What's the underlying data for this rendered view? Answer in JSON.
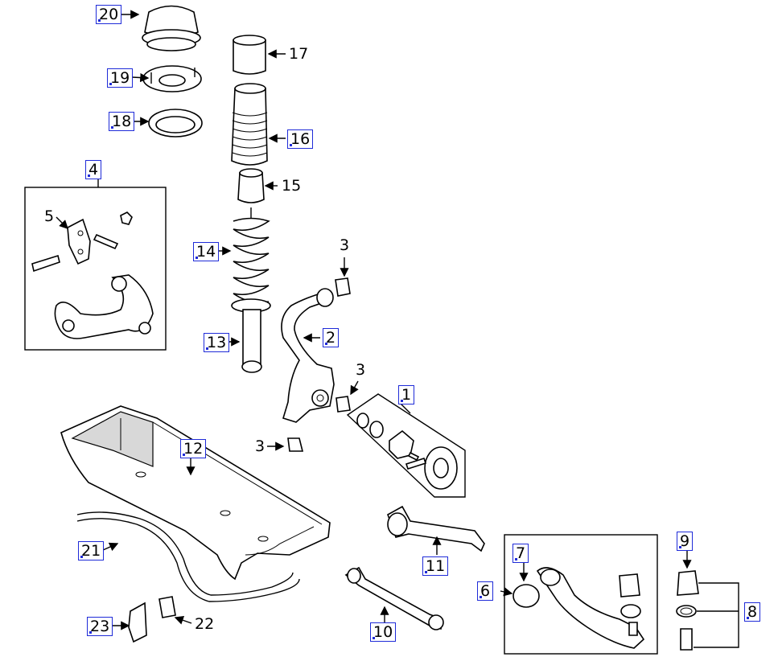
{
  "diagram": {
    "callouts": [
      {
        "id": "c20",
        "text": "20",
        "boxed": true
      },
      {
        "id": "c17",
        "text": "17",
        "boxed": false
      },
      {
        "id": "c19",
        "text": "19",
        "boxed": true
      },
      {
        "id": "c18",
        "text": "18",
        "boxed": true
      },
      {
        "id": "c16",
        "text": "16",
        "boxed": true
      },
      {
        "id": "c15",
        "text": "15",
        "boxed": false
      },
      {
        "id": "c4",
        "text": "4",
        "boxed": true
      },
      {
        "id": "c5",
        "text": "5",
        "boxed": false
      },
      {
        "id": "c14",
        "text": "14",
        "boxed": true
      },
      {
        "id": "c3a",
        "text": "3",
        "boxed": false
      },
      {
        "id": "c2",
        "text": "2",
        "boxed": true
      },
      {
        "id": "c13",
        "text": "13",
        "boxed": true
      },
      {
        "id": "c3b",
        "text": "3",
        "boxed": false
      },
      {
        "id": "c1",
        "text": "1",
        "boxed": true
      },
      {
        "id": "c12",
        "text": "12",
        "boxed": true
      },
      {
        "id": "c3c",
        "text": "3",
        "boxed": false
      },
      {
        "id": "c9",
        "text": "9",
        "boxed": true
      },
      {
        "id": "c7",
        "text": "7",
        "boxed": true
      },
      {
        "id": "c21",
        "text": "21",
        "boxed": true
      },
      {
        "id": "c11",
        "text": "11",
        "boxed": true
      },
      {
        "id": "c6",
        "text": "6",
        "boxed": true
      },
      {
        "id": "c8",
        "text": "8",
        "boxed": true
      },
      {
        "id": "c23",
        "text": "23",
        "boxed": true
      },
      {
        "id": "c22",
        "text": "22",
        "boxed": false
      },
      {
        "id": "c10",
        "text": "10",
        "boxed": true
      }
    ]
  }
}
